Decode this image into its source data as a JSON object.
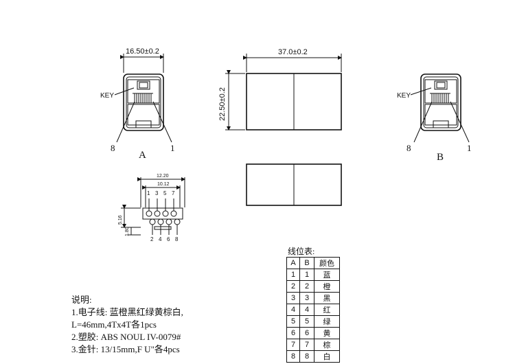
{
  "view_a": {
    "width_dim": "16.50±0.2",
    "key_label": "KEY",
    "pin_left": "8",
    "pin_right": "1",
    "view_label": "A"
  },
  "view_side": {
    "length_dim": "37.0±0.2",
    "height_dim": "22.50±0.2"
  },
  "view_b": {
    "key_label": "KEY",
    "pin_left": "8",
    "pin_right": "1",
    "view_label": "B"
  },
  "pinout": {
    "outer_dim": "12.20",
    "inner_dim": "10.12",
    "top_pins": [
      "1",
      "3",
      "5",
      "7"
    ],
    "bottom_pins": [
      "2",
      "4",
      "6",
      "8"
    ],
    "vertical_dim_1": "5.16",
    "vertical_dim_2": "1.80"
  },
  "notes": {
    "heading": "说明:",
    "line1": "1.电子线: 蓝橙黑红绿黄棕白,",
    "line2": "L=46mm,4Tx4T各1pcs",
    "line3": "2.塑胶: ABS NOUL IV-0079#",
    "line4": "3.金针: 13/15mm,F U\"各4pcs"
  },
  "wire_table": {
    "title": "线位表:",
    "headers": [
      "A",
      "B",
      "颜色"
    ],
    "rows": [
      [
        "1",
        "1",
        "蓝"
      ],
      [
        "2",
        "2",
        "橙"
      ],
      [
        "3",
        "3",
        "黑"
      ],
      [
        "4",
        "4",
        "红"
      ],
      [
        "5",
        "5",
        "绿"
      ],
      [
        "6",
        "6",
        "黄"
      ],
      [
        "7",
        "7",
        "棕"
      ],
      [
        "8",
        "8",
        "白"
      ]
    ]
  }
}
